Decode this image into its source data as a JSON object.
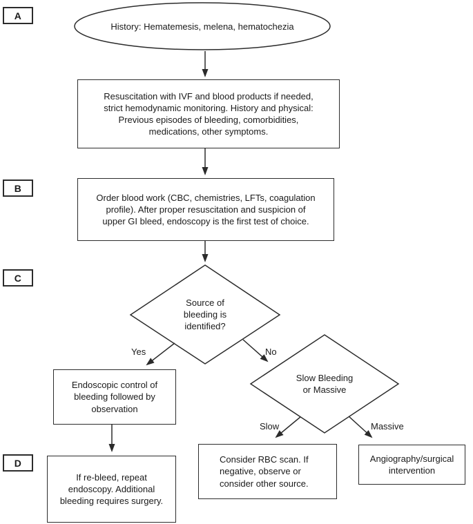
{
  "figure": {
    "section_labels": {
      "a": "A",
      "b": "B",
      "c": "C",
      "d": "D"
    },
    "nodes": {
      "history": "History: Hematemesis, melena, hematochezia",
      "resuscitation": "Resuscitation with IVF and blood products if needed,\nstrict hemodynamic monitoring. History and physical:\nPrevious episodes of bleeding, comorbidities,\nmedications, other symptoms.",
      "blood_work": "Order blood work (CBC, chemistries, LFTs, coagulation\nprofile). After proper resuscitation and suspicion of\nupper GI bleed, endoscopy is the first test of choice.",
      "source_identified": "Source of\nbleeding is\nidentified?",
      "slow_or_massive": "Slow Bleeding\nor Massive",
      "endoscopic_control": "Endoscopic control of\nbleeding followed by\nobservation",
      "rebleed": "If re-bleed, repeat\nendoscopy. Additional\nbleeding requires surgery.",
      "rbc_scan": "Consider RBC scan. If\nnegative, observe or\nconsider other source.",
      "angiography": "Angiography/surgical\nintervention"
    },
    "edge_labels": {
      "yes": "Yes",
      "no": "No",
      "slow": "Slow",
      "massive": "Massive"
    },
    "colors": {
      "stroke": "#2b2b2b",
      "text": "#1a1a1a",
      "background": "#ffffff"
    }
  }
}
